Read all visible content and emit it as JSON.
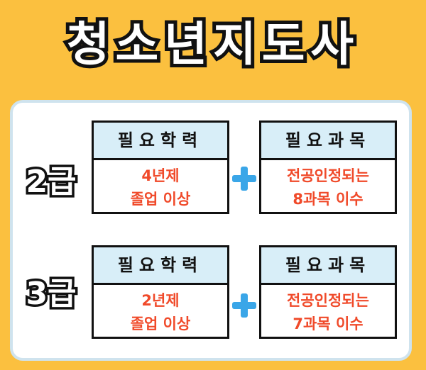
{
  "title": "청소년지도사",
  "sections": [
    {
      "grade": "2급",
      "education": {
        "header": "필요학력",
        "lines": [
          "4년제",
          "졸업 이상"
        ]
      },
      "courses": {
        "header": "필요과목",
        "lines": [
          "전공인정되는",
          "8과목 이수"
        ]
      }
    },
    {
      "grade": "3급",
      "education": {
        "header": "필요학력",
        "lines": [
          "2년제",
          "졸업 이상"
        ]
      },
      "courses": {
        "header": "필요과목",
        "lines": [
          "전공인정되는",
          "7과목 이수"
        ]
      }
    }
  ],
  "colors": {
    "background": "#FBC03F",
    "header_fill": "#d8eef8",
    "highlight_text": "#f04a2a",
    "plus": "#3aa6e8"
  },
  "icons": [
    "plus-icon"
  ]
}
